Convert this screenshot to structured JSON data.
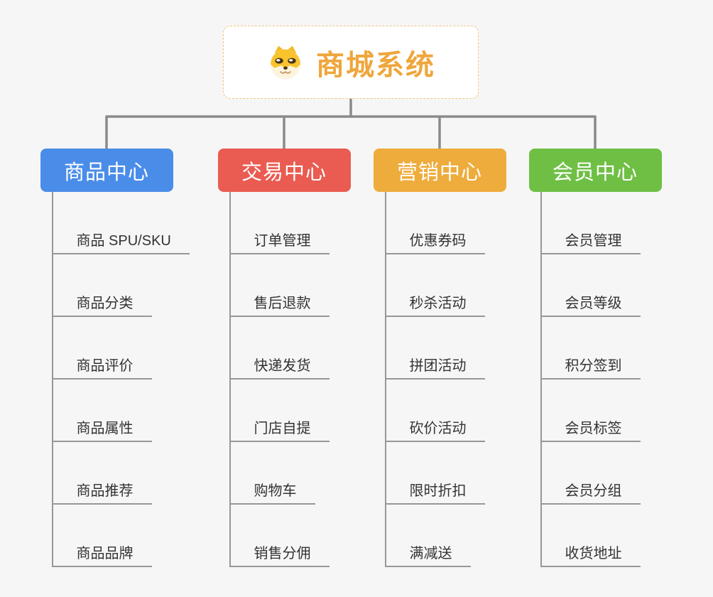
{
  "root": {
    "title": "商城系统",
    "icon": "dog-face-icon",
    "text_color": "#efa63c",
    "border_color": "#f2c377"
  },
  "branches": [
    {
      "label": "商品中心",
      "color": "#4a8de9",
      "children": [
        "商品 SPU/SKU",
        "商品分类",
        "商品评价",
        "商品属性",
        "商品推荐",
        "商品品牌"
      ]
    },
    {
      "label": "交易中心",
      "color": "#ea5b51",
      "children": [
        "订单管理",
        "售后退款",
        "快递发货",
        "门店自提",
        "购物车",
        "销售分佣"
      ]
    },
    {
      "label": "营销中心",
      "color": "#eeac3c",
      "children": [
        "优惠券码",
        "秒杀活动",
        "拼团活动",
        "砍价活动",
        "限时折扣",
        "满减送"
      ]
    },
    {
      "label": "会员中心",
      "color": "#6fbf45",
      "children": [
        "会员管理",
        "会员等级",
        "积分签到",
        "会员标签",
        "会员分组",
        "收货地址"
      ]
    }
  ],
  "colors": {
    "connector": "#8a8a8a",
    "child_line": "#979797",
    "child_text": "#333333",
    "background": "#f6f6f6"
  }
}
